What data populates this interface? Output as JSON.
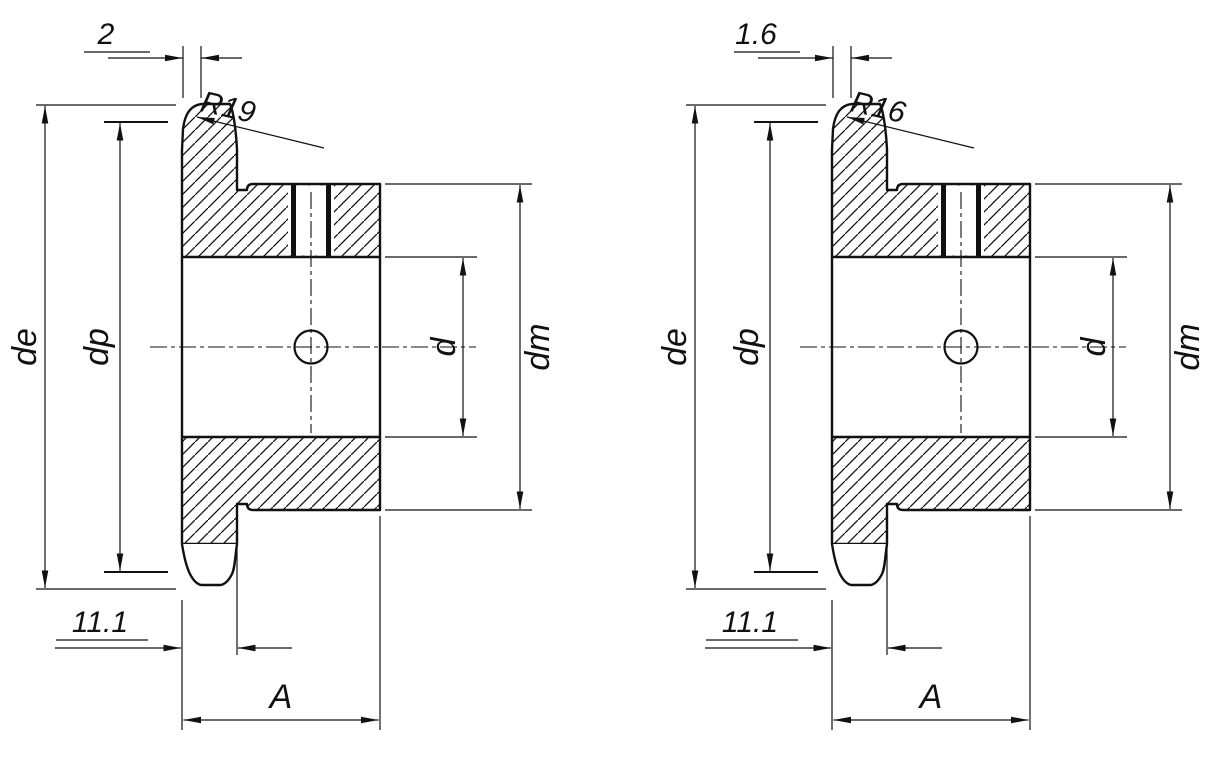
{
  "figure": {
    "type": "technical-drawing",
    "title": "Sprocket cross-section drawings",
    "background": "#ffffff",
    "line_color": "#111111"
  },
  "drawings": [
    {
      "side": "left",
      "labels": {
        "tooth_width": "2",
        "tip_radius": "R19",
        "outer_diameter": "de",
        "pitch_diameter": "dp",
        "bore_diameter": "d",
        "hub_diameter": "dm",
        "hub_offset": "11.1",
        "overall_width": "A"
      }
    },
    {
      "side": "right",
      "labels": {
        "tooth_width": "1.6",
        "tip_radius": "R16",
        "outer_diameter": "de",
        "pitch_diameter": "dp",
        "bore_diameter": "d",
        "hub_diameter": "dm",
        "hub_offset": "11.1",
        "overall_width": "A"
      }
    }
  ]
}
